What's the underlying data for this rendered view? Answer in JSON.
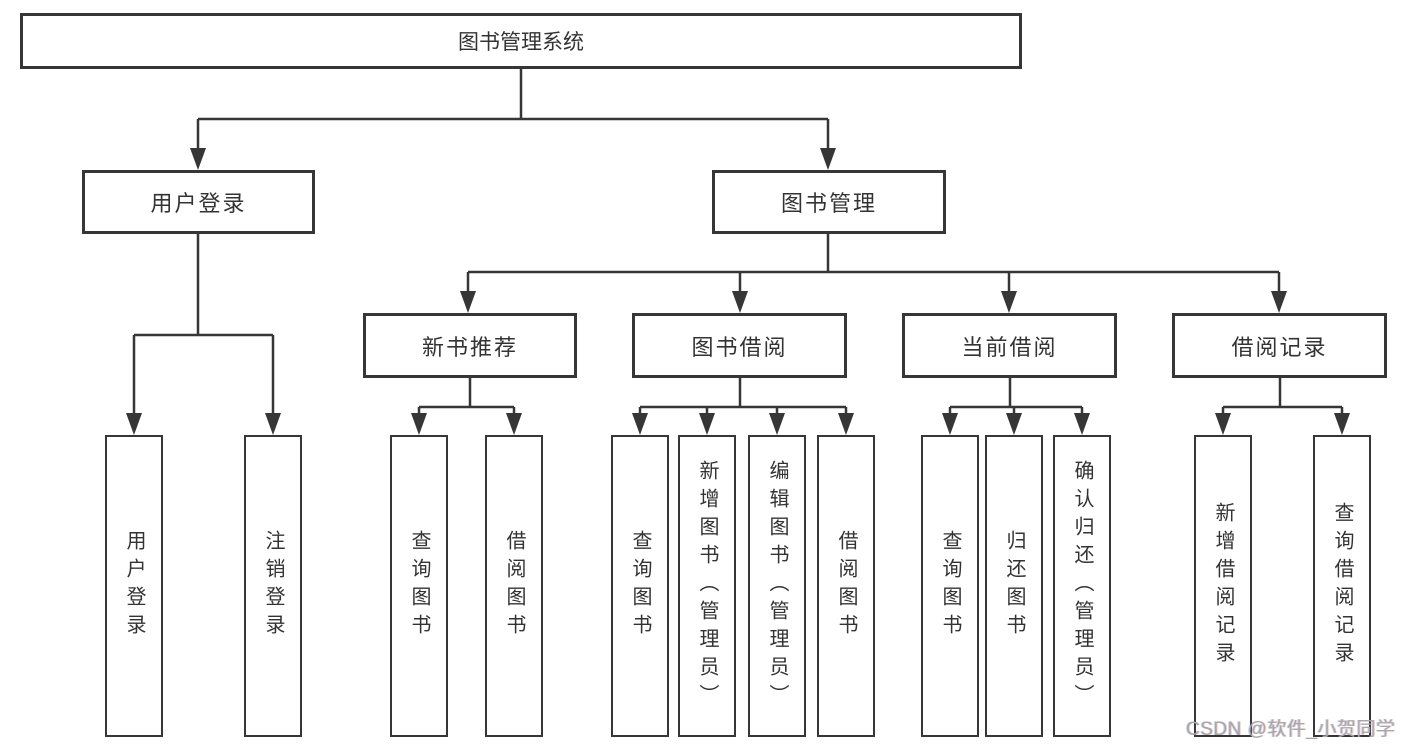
{
  "diagram": {
    "root": {
      "label": "图书管理系统"
    },
    "level1": {
      "user_login": {
        "label": "用户登录"
      },
      "book_management": {
        "label": "图书管理"
      }
    },
    "level2": {
      "new_book_recommendation": {
        "label": "新书推荐"
      },
      "book_borrowing": {
        "label": "图书借阅"
      },
      "current_borrowing": {
        "label": "当前借阅"
      },
      "borrowing_records": {
        "label": "借阅记录"
      }
    },
    "leaves": {
      "user_login": [
        "用户登录",
        "注销登录"
      ],
      "new_book_recommendation": [
        "查询图书",
        "借阅图书"
      ],
      "book_borrowing": [
        "查询图书",
        "新增图书（管理员）",
        "编辑图书（管理员）",
        "借阅图书"
      ],
      "current_borrowing": [
        "查询图书",
        "归还图书",
        "确认归还（管理员）"
      ],
      "borrowing_records": [
        "新增借阅记录",
        "查询借阅记录"
      ]
    }
  },
  "watermark": {
    "text": "CSDN @软件_小贺同学"
  },
  "colors": {
    "line": "#363636",
    "text": "#333333",
    "box_background": "#ffffff",
    "background": "#ffffff",
    "watermark": "#a8a8a8"
  }
}
